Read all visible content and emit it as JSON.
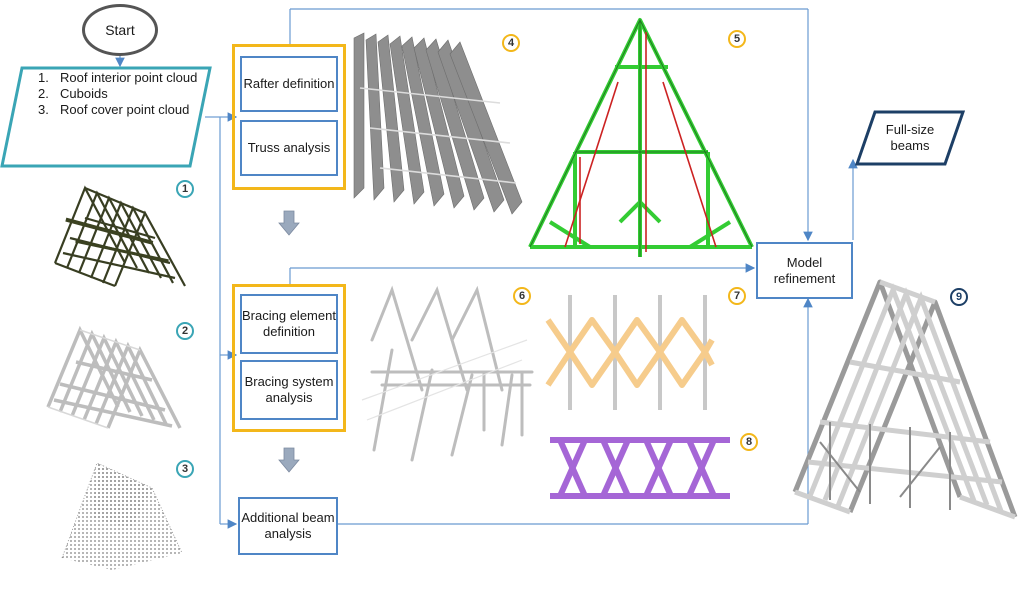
{
  "start": "Start",
  "inputs": [
    {
      "num": "1.",
      "text": "Roof interior point cloud"
    },
    {
      "num": "2.",
      "text": "Cuboids"
    },
    {
      "num": "3.",
      "text": "Roof cover point cloud"
    }
  ],
  "boxes": {
    "rafter": "Rafter definition",
    "truss": "Truss analysis",
    "bracing_element": "Bracing element definition",
    "bracing_system": "Bracing system analysis",
    "additional": "Additional beam analysis",
    "refinement": "Model refinement",
    "full_size": "Full-size beams"
  },
  "badges": {
    "n1": "1",
    "n2": "2",
    "n3": "3",
    "n4": "4",
    "n5": "5",
    "n6": "6",
    "n7": "7",
    "n8": "8",
    "n9": "9"
  },
  "colors": {
    "flow_blue": "#4f86c6",
    "highlight_yellow": "#f3b71a",
    "input_teal": "#3aa5b5",
    "output_navy": "#1d3f66",
    "truss_green": "#33cc33",
    "truss_red": "#cc2222",
    "bracing_orange": "#f6cc8c",
    "bracing_purple": "#a566d6"
  }
}
